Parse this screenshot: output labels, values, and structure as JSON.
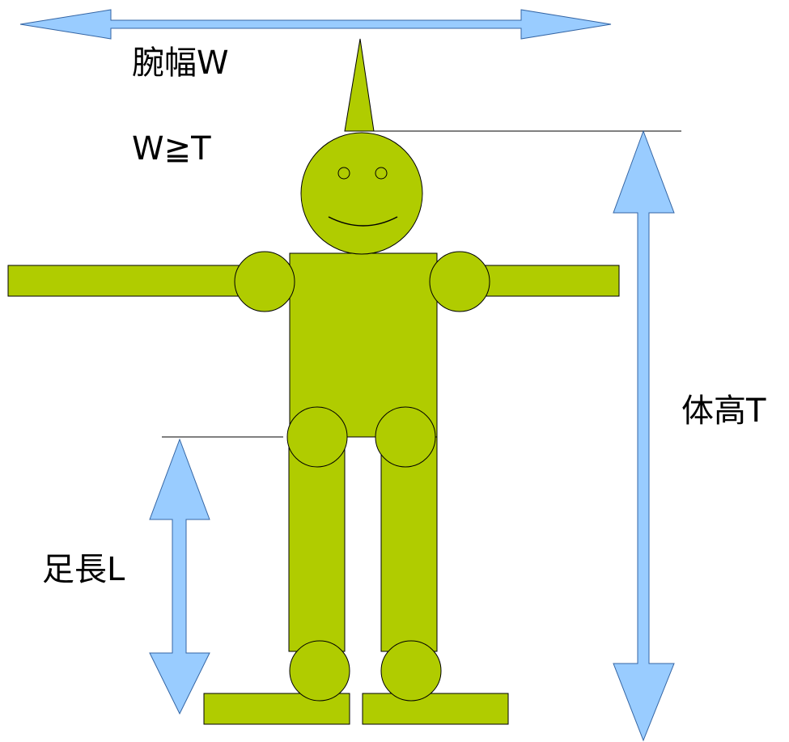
{
  "labels": {
    "arm_width": "腕幅W",
    "relation": "W≧T",
    "body_height": "体高T",
    "leg_length": "足長L"
  },
  "colors": {
    "body": "#b0cc00",
    "outline": "#000000",
    "arrow_fill": "#99ccff",
    "arrow_stroke": "#3465a4",
    "guide_line": "#000000"
  }
}
